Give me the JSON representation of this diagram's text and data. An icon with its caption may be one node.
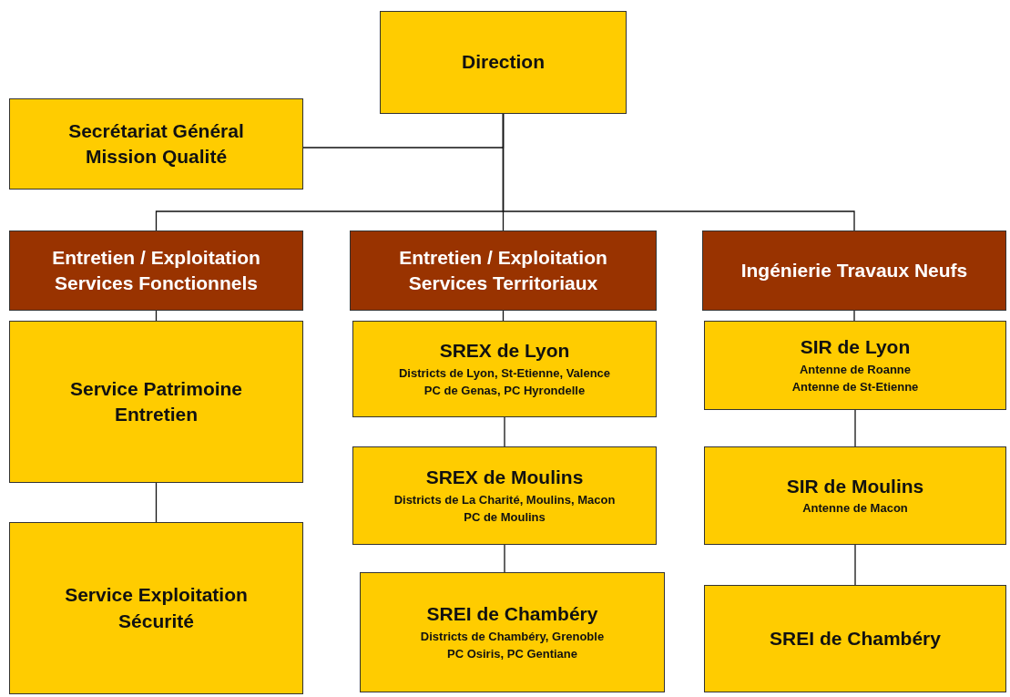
{
  "diagram": {
    "nodes": [
      {
        "text": [
          "Direction"
        ]
      },
      {
        "text": [
          "Secrétariat Général Mission Qualité"
        ]
      },
      {
        "text": [
          "Entretien / Exploitation Services Fonctionnels"
        ]
      },
      {
        "text": [
          "Entretien / Exploitation Services Territoriaux"
        ]
      },
      {
        "text": [
          "Ingénierie Travaux Neufs"
        ]
      },
      {
        "text": [
          "Service Patrimoine Entretien"
        ]
      },
      {
        "text": [
          "Service Exploitation Sécurité"
        ]
      },
      {
        "text": [
          "SREX de Lyon",
          "Districts de Lyon, St-Etienne, Valence",
          "PC de Genas, PC Hyrondelle"
        ]
      },
      {
        "text": [
          "SREX de Moulins",
          "Districts de La Charité, Moulins, Macon",
          "PC de Moulins"
        ]
      },
      {
        "text": [
          "SREI de Chambéry",
          "Districts de Chambéry, Grenoble",
          "PC Osiris, PC Gentiane"
        ]
      },
      {
        "text": [
          "SIR de Lyon",
          "Antenne de Roanne",
          "Antenne de St-Etienne"
        ]
      },
      {
        "text": [
          "SIR de Moulins",
          "Antenne de Macon"
        ]
      },
      {
        "text": [
          "SREI de Chambéry"
        ]
      }
    ],
    "edges": [
      {
        "from": 0,
        "to": 1,
        "arrow": "none"
      },
      {
        "from": 0,
        "to": 2,
        "arrow": "none"
      },
      {
        "from": 0,
        "to": 3,
        "arrow": "none"
      },
      {
        "from": 0,
        "to": 4,
        "arrow": "none"
      },
      {
        "from": 2,
        "to": 5,
        "arrow": "none"
      },
      {
        "from": 5,
        "to": 6,
        "arrow": "none"
      },
      {
        "from": 3,
        "to": 7,
        "arrow": "none"
      },
      {
        "from": 7,
        "to": 8,
        "arrow": "none"
      },
      {
        "from": 8,
        "to": 9,
        "arrow": "none"
      },
      {
        "from": 4,
        "to": 10,
        "arrow": "none"
      },
      {
        "from": 10,
        "to": 11,
        "arrow": "none"
      },
      {
        "from": 11,
        "to": 12,
        "arrow": "none"
      }
    ]
  }
}
